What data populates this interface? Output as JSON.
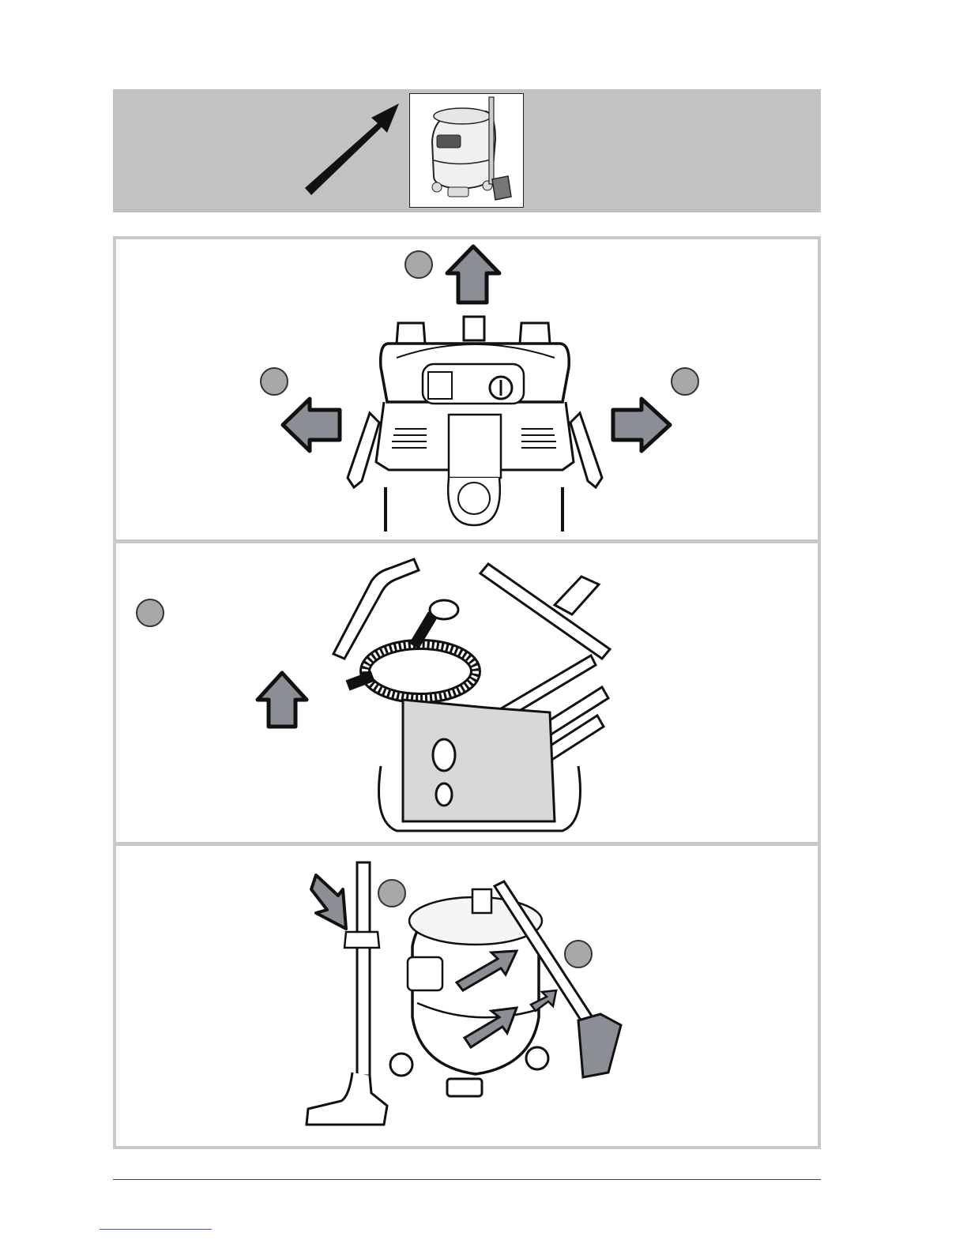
{
  "banner": {
    "background": "#c2c2c2",
    "arrow_icon": "diagonal-arrow-icon",
    "thumbnail_icon": "vacuum-cleaner-with-stored-accessories-icon"
  },
  "panels": [
    {
      "id": "panel-1",
      "illustration": "vacuum-head-unlatch-illustration",
      "arrows": [
        "arrow-up-icon",
        "arrow-left-icon",
        "arrow-right-icon"
      ],
      "callouts": 3
    },
    {
      "id": "panel-2",
      "illustration": "accessories-unpack-illustration",
      "arrows": [
        "arrow-up-icon"
      ],
      "callouts": 1
    },
    {
      "id": "panel-3",
      "illustration": "accessory-storage-illustration",
      "arrows": [
        "arrow-down-right-icon",
        "arrow-insert-icon",
        "arrow-insert-icon",
        "arrow-small-icon"
      ],
      "callouts": 2
    }
  ],
  "colors": {
    "panel_border": "#c8c8c8",
    "arrow_fill": "#8a8e95",
    "callout_fill": "#a8a8a8",
    "link_line": "#3d5bd0"
  }
}
